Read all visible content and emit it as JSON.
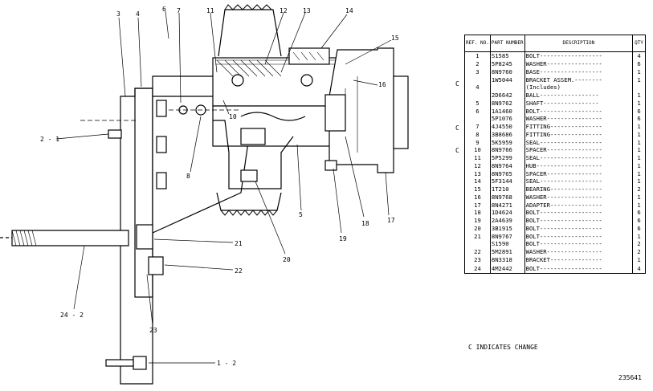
{
  "callouts": [
    {
      "id": "c3",
      "text": "3"
    },
    {
      "id": "c4",
      "text": "4"
    },
    {
      "id": "c6",
      "text": "6"
    },
    {
      "id": "c7",
      "text": "7"
    },
    {
      "id": "c11",
      "text": "11"
    },
    {
      "id": "c12",
      "text": "12"
    },
    {
      "id": "c13",
      "text": "13"
    },
    {
      "id": "c14",
      "text": "14"
    },
    {
      "id": "c15",
      "text": "15"
    },
    {
      "id": "c16",
      "text": "16"
    },
    {
      "id": "c2_1",
      "text": "2 - 1"
    },
    {
      "id": "c8",
      "text": "8"
    },
    {
      "id": "c10",
      "text": "10"
    },
    {
      "id": "c5",
      "text": "5"
    },
    {
      "id": "c18",
      "text": "18"
    },
    {
      "id": "c19",
      "text": "19"
    },
    {
      "id": "c17",
      "text": "17"
    },
    {
      "id": "c20",
      "text": "20"
    },
    {
      "id": "c21",
      "text": "21"
    },
    {
      "id": "c22",
      "text": "22"
    },
    {
      "id": "c24_2",
      "text": "24 - 2"
    },
    {
      "id": "c23",
      "text": "23"
    },
    {
      "id": "c1_2",
      "text": "1 - 2"
    }
  ],
  "table": {
    "headers": {
      "ref": "REF. NO.",
      "part": "PART NUMBER",
      "desc": "DESCRIPTION",
      "qty": "QTY"
    },
    "rows": [
      {
        "ref": "1",
        "pn": "S1585",
        "desc": "BOLT------------------",
        "qty": "4"
      },
      {
        "ref": "2",
        "pn": "5P8245",
        "desc": "WASHER----------------",
        "qty": "6"
      },
      {
        "ref": "3",
        "pn": "8N9760",
        "desc": "BASE------------------",
        "qty": "1"
      },
      {
        "ref": "",
        "pn": "1W5044",
        "desc": "BRACKET ASSEM.--------",
        "qty": "1"
      },
      {
        "ref": "4",
        "pn": "",
        "desc": "(Includes)",
        "qty": ""
      },
      {
        "ref": "",
        "pn": "2D6642",
        "desc": "  BALL-----------------",
        "qty": "1"
      },
      {
        "ref": "5",
        "pn": "8N9762",
        "desc": "  SHAFT----------------",
        "qty": "1"
      },
      {
        "ref": "6",
        "pn": "1A1460",
        "desc": "BOLT------------------",
        "qty": "6"
      },
      {
        "ref": "",
        "pn": "5P1076",
        "desc": "WASHER----------------",
        "qty": "6"
      },
      {
        "ref": "7",
        "pn": "4J4550",
        "desc": "FITTING---------------",
        "qty": "1"
      },
      {
        "ref": "8",
        "pn": "3B8686",
        "desc": "FITTING---------------",
        "qty": "1"
      },
      {
        "ref": "9",
        "pn": "5K5959",
        "desc": "SEAL------------------",
        "qty": "1"
      },
      {
        "ref": "10",
        "pn": "8N9766",
        "desc": "SPACER----------------",
        "qty": "1"
      },
      {
        "ref": "11",
        "pn": "5P5299",
        "desc": "SEAL------------------",
        "qty": "1"
      },
      {
        "ref": "12",
        "pn": "8N9764",
        "desc": "HUB-------------------",
        "qty": "1"
      },
      {
        "ref": "13",
        "pn": "8N9765",
        "desc": "SPACER----------------",
        "qty": "1"
      },
      {
        "ref": "14",
        "pn": "5F3144",
        "desc": "SEAL------------------",
        "qty": "1"
      },
      {
        "ref": "15",
        "pn": "1T210",
        "desc": "BEARING---------------",
        "qty": "2"
      },
      {
        "ref": "16",
        "pn": "8N9768",
        "desc": "WASHER----------------",
        "qty": "1"
      },
      {
        "ref": "17",
        "pn": "8N4271",
        "desc": "ADAPTER---------------",
        "qty": "1"
      },
      {
        "ref": "18",
        "pn": "1D4624",
        "desc": "BOLT------------------",
        "qty": "6"
      },
      {
        "ref": "19",
        "pn": "2A4639",
        "desc": "BOLT------------------",
        "qty": "6"
      },
      {
        "ref": "20",
        "pn": "3B1915",
        "desc": "BOLT------------------",
        "qty": "6"
      },
      {
        "ref": "21",
        "pn": "8N9767",
        "desc": "BOLT------------------",
        "qty": "1"
      },
      {
        "ref": "",
        "pn": "S1590",
        "desc": "BOLT------------------",
        "qty": "2"
      },
      {
        "ref": "22",
        "pn": "5M2891",
        "desc": "WASHER----------------",
        "qty": "2"
      },
      {
        "ref": "23",
        "pn": "8N3318",
        "desc": "BRACKET---------------",
        "qty": "1"
      },
      {
        "ref": "24",
        "pn": "4M2442",
        "desc": "BOLT------------------",
        "qty": "4"
      }
    ]
  },
  "change_marks": [
    "C",
    "C",
    "C"
  ],
  "legend": "C INDICATES CHANGE",
  "drawing_number": "235641"
}
